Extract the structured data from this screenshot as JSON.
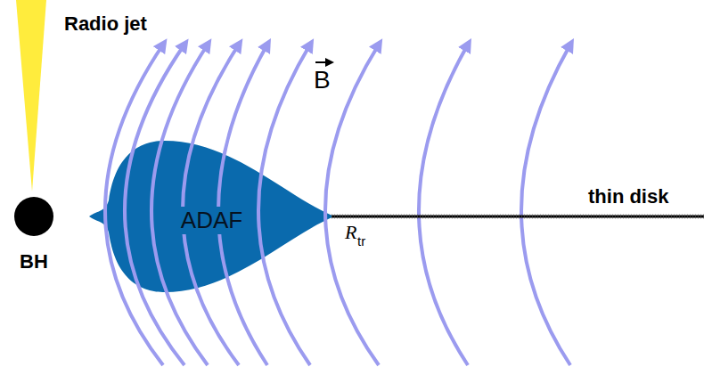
{
  "diagram": {
    "nodes": [
      {
        "text": [
          "Radio jet"
        ]
      },
      {
        "text": [
          "BH"
        ]
      },
      {
        "text": [
          "ADAF"
        ]
      }
    ],
    "labels": [
      "B",
      "R",
      "tr",
      "thin disk"
    ]
  }
}
